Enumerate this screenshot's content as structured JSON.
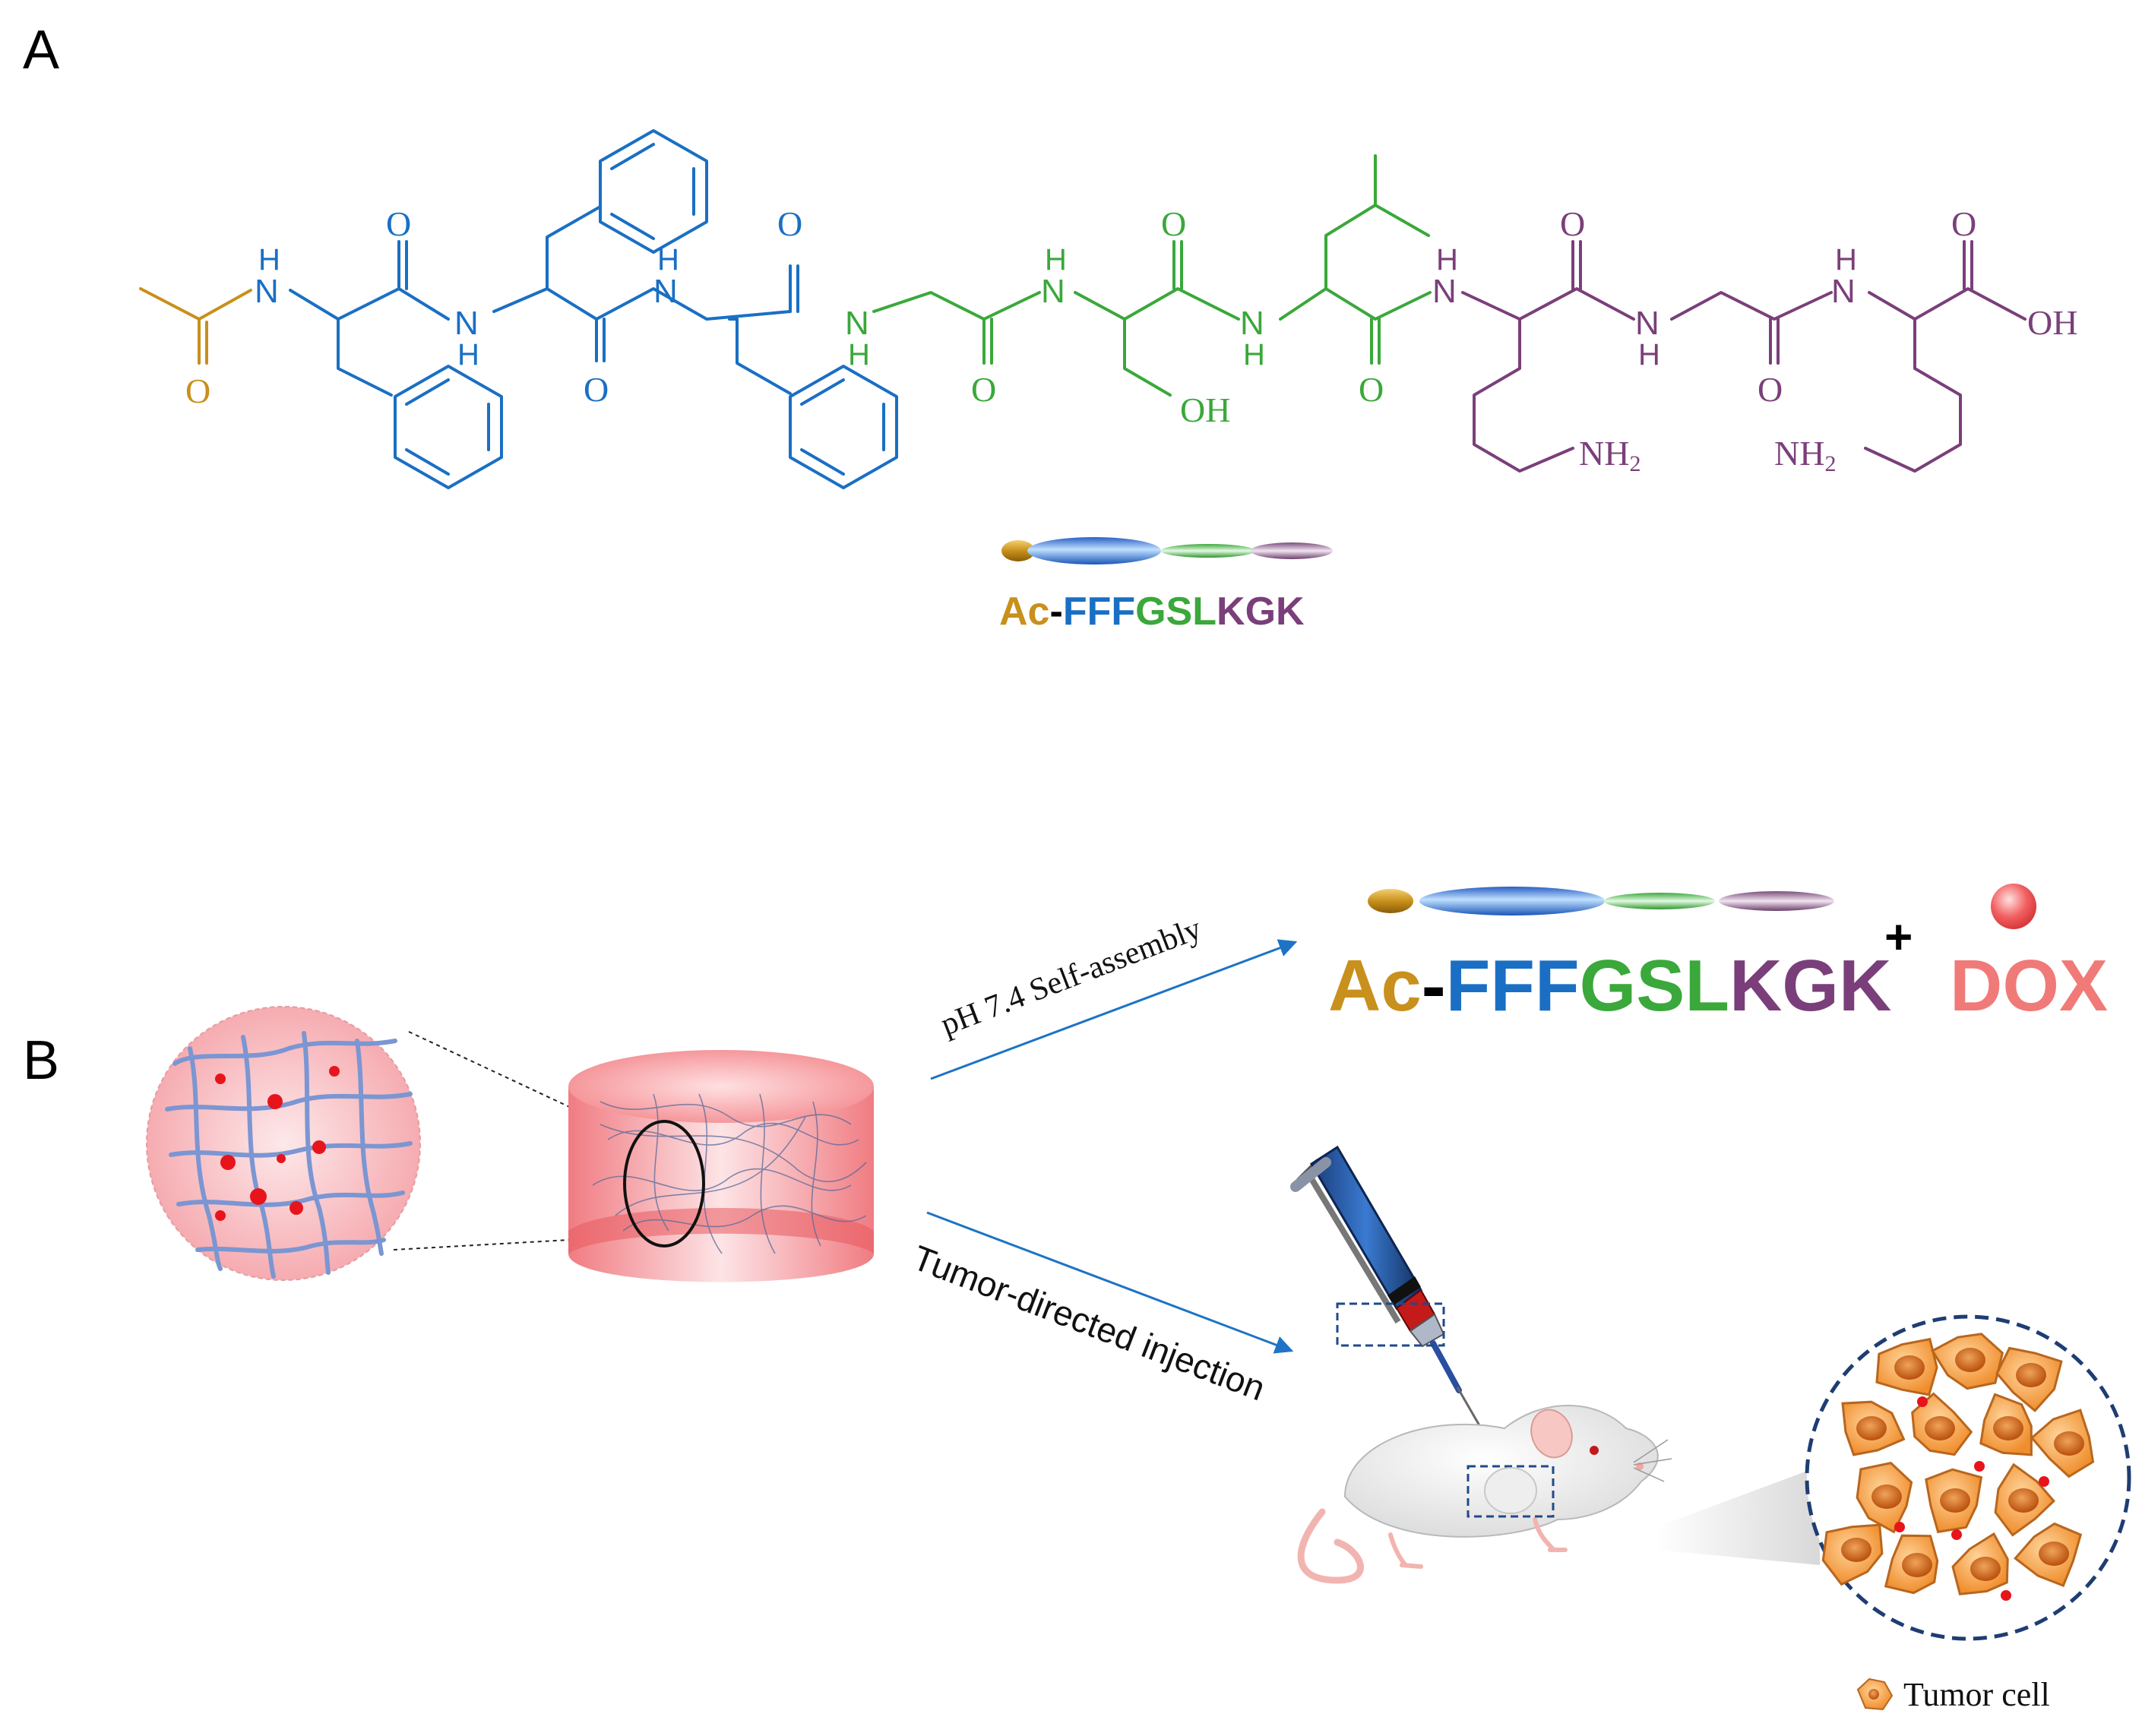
{
  "panel_labels": {
    "a": "A",
    "b": "B"
  },
  "colors": {
    "acetyl": "#c8901c",
    "phe": "#1a6fc4",
    "gly_ser_leu": "#3aa83a",
    "lys": "#7a3f7a",
    "dox": "#f07a78",
    "arrow": "#1f73c4",
    "gel": "#f6a0a3",
    "tumor": "#f3a04a"
  },
  "structure": {
    "atoms": {
      "o": "O",
      "nh_h": "H",
      "n": "N",
      "oh": "OH",
      "nh2": "NH2",
      "nh2_sub": "2"
    }
  },
  "sequence": {
    "ac": "Ac",
    "dash": "-",
    "fff": "FFF",
    "gsl": "GSL",
    "kgk": "KGK"
  },
  "panel_b": {
    "self_assembly_label": "pH 7.4 Self-assembly",
    "plus": "+",
    "dox_label": "DOX",
    "injection_label": "Tumor-directed injection",
    "legend_label": "Tumor cell"
  }
}
